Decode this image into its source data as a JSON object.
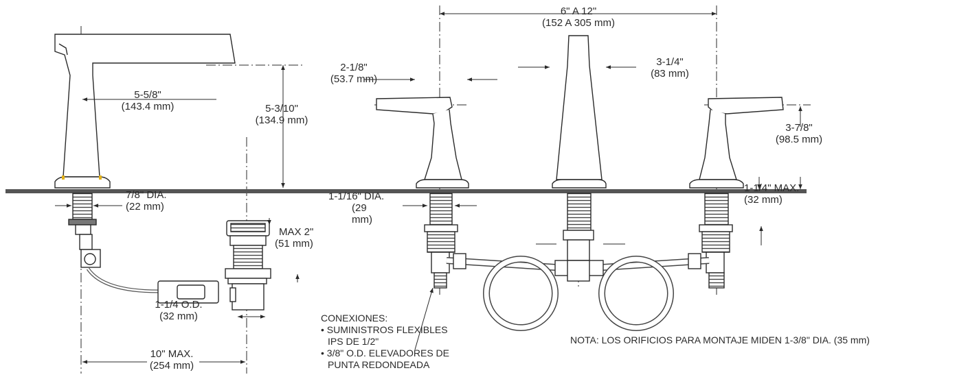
{
  "dimensions": {
    "spread_top": "6\" A 12\"",
    "spread_bottom": "(152 A 305 mm)",
    "spout_reach_top": "5-5/8\"",
    "spout_reach_bottom": "(143.4 mm)",
    "spout_height_top": "5-3/10\"",
    "spout_height_bottom": "(134.9 mm)",
    "handle_offset_top": "2-1/8\"",
    "handle_offset_bottom": "(53.7 mm)",
    "spout_base_top": "3-1/4\"",
    "spout_base_bottom": "(83 mm)",
    "handle_height_top": "3-7/8\"",
    "handle_height_bottom": "(98.5 mm)",
    "shank_dia_left_top": "7/8\" DIA.",
    "shank_dia_left_bottom": "(22 mm)",
    "shank_dia_mid_top": "1-1/16\" DIA.",
    "shank_dia_mid_mid": "(29",
    "shank_dia_mid_bottom": "mm)",
    "deck_max_top": "1-1/4\" MAX.",
    "deck_max_bottom": "(32 mm)",
    "drain_max_top": "MAX 2\"",
    "drain_max_bottom": "(51 mm)",
    "tailpiece_top": "1-1/4 O.D.",
    "tailpiece_bottom": "(32 mm)",
    "drain_reach_top": "10\" MAX.",
    "drain_reach_bottom": "(254 mm)"
  },
  "connections": {
    "title": "CONEXIONES:",
    "item1_line1": "• SUMINISTROS FLEXIBLES",
    "item1_line2": "IPS DE 1/2\"",
    "item2_line1": "• 3/8\" O.D. ELEVADORES DE",
    "item2_line2": "PUNTA REDONDEADA"
  },
  "note": "NOTA: LOS ORIFICIOS PARA MONTAJE MIDEN 1-3/8\" DIA. (35 mm)",
  "colors": {
    "line": "#2a2a2a",
    "accent": "#e3b21a"
  }
}
